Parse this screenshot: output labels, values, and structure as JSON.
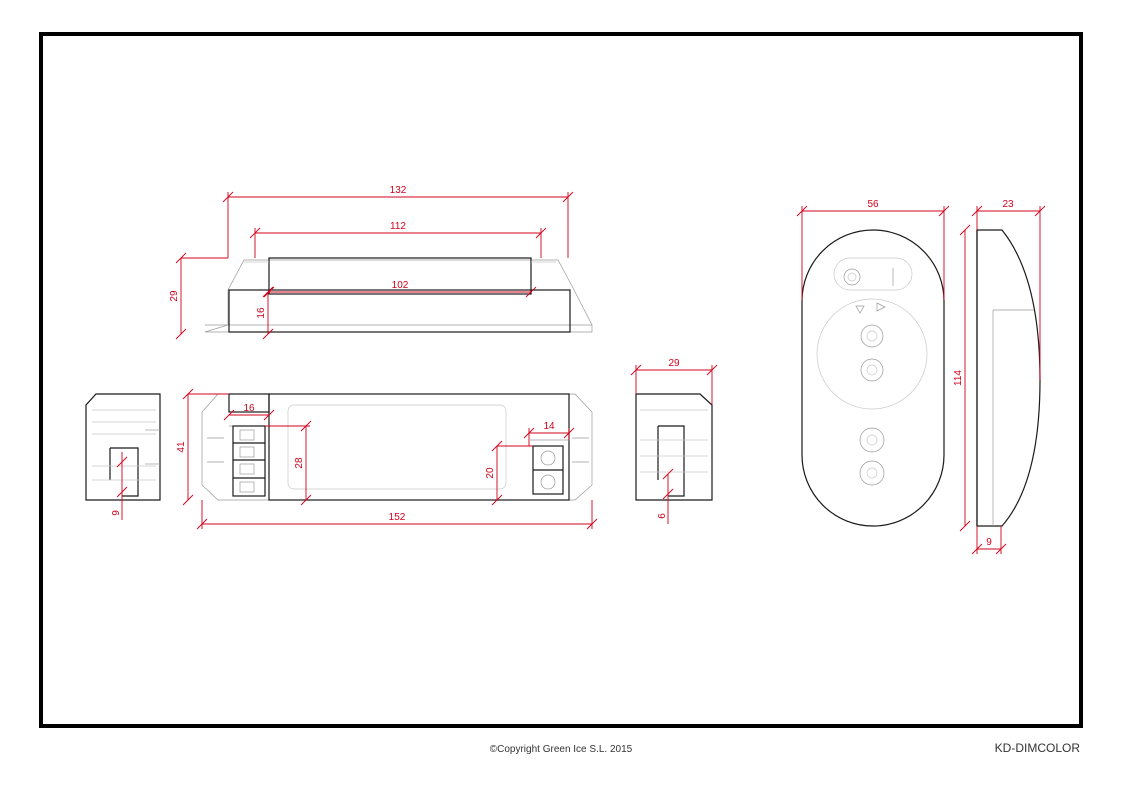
{
  "sheet": {
    "copyright": "©Copyright Green Ice S.L. 2015",
    "code": "KD-DIMCOLOR"
  },
  "dimensions": {
    "top_132": "132",
    "top_112": "112",
    "top_102": "102",
    "top_29": "29",
    "top_16": "16",
    "front_16": "16",
    "front_41": "41",
    "front_28": "28",
    "front_20": "20",
    "front_14": "14",
    "front_152": "152",
    "left_9": "9",
    "right_29": "29",
    "right_6": "6",
    "remote_56": "56",
    "remote_114": "114",
    "remote_side_23": "23",
    "remote_side_9": "9"
  },
  "colors": {
    "dimension": "#d0021b",
    "outline": "#1a1a1a",
    "frame": "#000000"
  }
}
